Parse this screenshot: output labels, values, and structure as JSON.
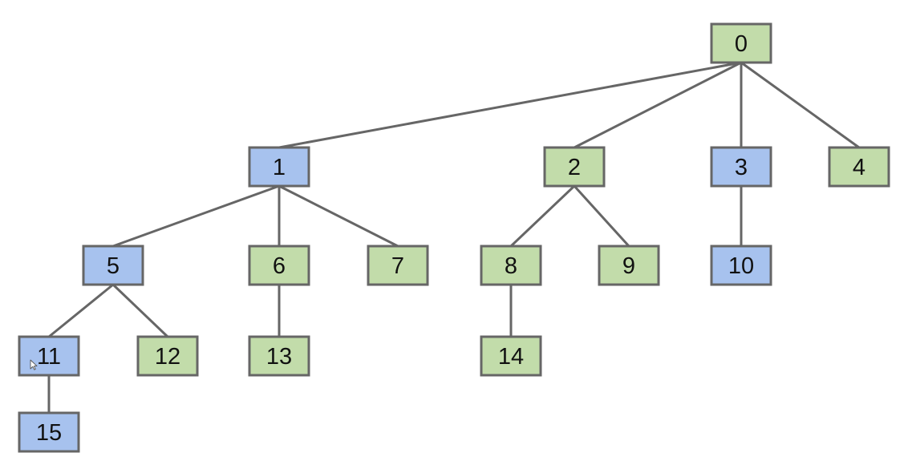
{
  "colors": {
    "green": "#c2dcaa",
    "blue": "#a7c2ee",
    "border": "#666666",
    "edge": "#666666",
    "text": "#111111",
    "background": "#ffffff"
  },
  "nodes": [
    {
      "id": "0",
      "label": "0",
      "color": "green"
    },
    {
      "id": "1",
      "label": "1",
      "color": "blue"
    },
    {
      "id": "2",
      "label": "2",
      "color": "green"
    },
    {
      "id": "3",
      "label": "3",
      "color": "blue"
    },
    {
      "id": "4",
      "label": "4",
      "color": "green"
    },
    {
      "id": "5",
      "label": "5",
      "color": "blue"
    },
    {
      "id": "6",
      "label": "6",
      "color": "green"
    },
    {
      "id": "7",
      "label": "7",
      "color": "green"
    },
    {
      "id": "8",
      "label": "8",
      "color": "green"
    },
    {
      "id": "9",
      "label": "9",
      "color": "green"
    },
    {
      "id": "10",
      "label": "10",
      "color": "blue"
    },
    {
      "id": "11",
      "label": "11",
      "color": "blue"
    },
    {
      "id": "12",
      "label": "12",
      "color": "green"
    },
    {
      "id": "13",
      "label": "13",
      "color": "green"
    },
    {
      "id": "14",
      "label": "14",
      "color": "green"
    },
    {
      "id": "15",
      "label": "15",
      "color": "blue"
    }
  ],
  "edges": [
    [
      "0",
      "1"
    ],
    [
      "0",
      "2"
    ],
    [
      "0",
      "3"
    ],
    [
      "0",
      "4"
    ],
    [
      "1",
      "5"
    ],
    [
      "1",
      "6"
    ],
    [
      "1",
      "7"
    ],
    [
      "2",
      "8"
    ],
    [
      "2",
      "9"
    ],
    [
      "3",
      "10"
    ],
    [
      "5",
      "11"
    ],
    [
      "5",
      "12"
    ],
    [
      "6",
      "13"
    ],
    [
      "8",
      "14"
    ],
    [
      "11",
      "15"
    ]
  ]
}
